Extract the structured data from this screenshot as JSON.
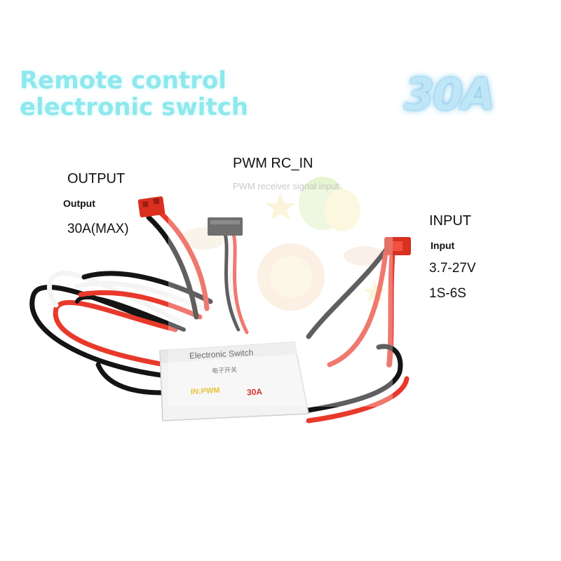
{
  "header": {
    "title": "Remote control electronic switch",
    "rating": "30A"
  },
  "output": {
    "title": "OUTPUT",
    "subtitle": "Output",
    "value": "30A(MAX)"
  },
  "pwm": {
    "title": "PWM RC_IN",
    "subtitle": "PWM receiver signal input"
  },
  "input": {
    "title": "INPUT",
    "subtitle": "Input",
    "voltage": "3.7-27V",
    "cells": "1S-6S"
  },
  "module_sticker": {
    "line1": "Electronic Switch",
    "line2": "电子开关",
    "line3": "IN:PWM",
    "line4": "30A"
  },
  "colors": {
    "headline": "#8ee8ec",
    "rating": "#bfe6f7",
    "wire_red": "#e8392b",
    "wire_black": "#141414",
    "wire_white": "#f4f4f4",
    "connector_red": "#d9301f"
  }
}
